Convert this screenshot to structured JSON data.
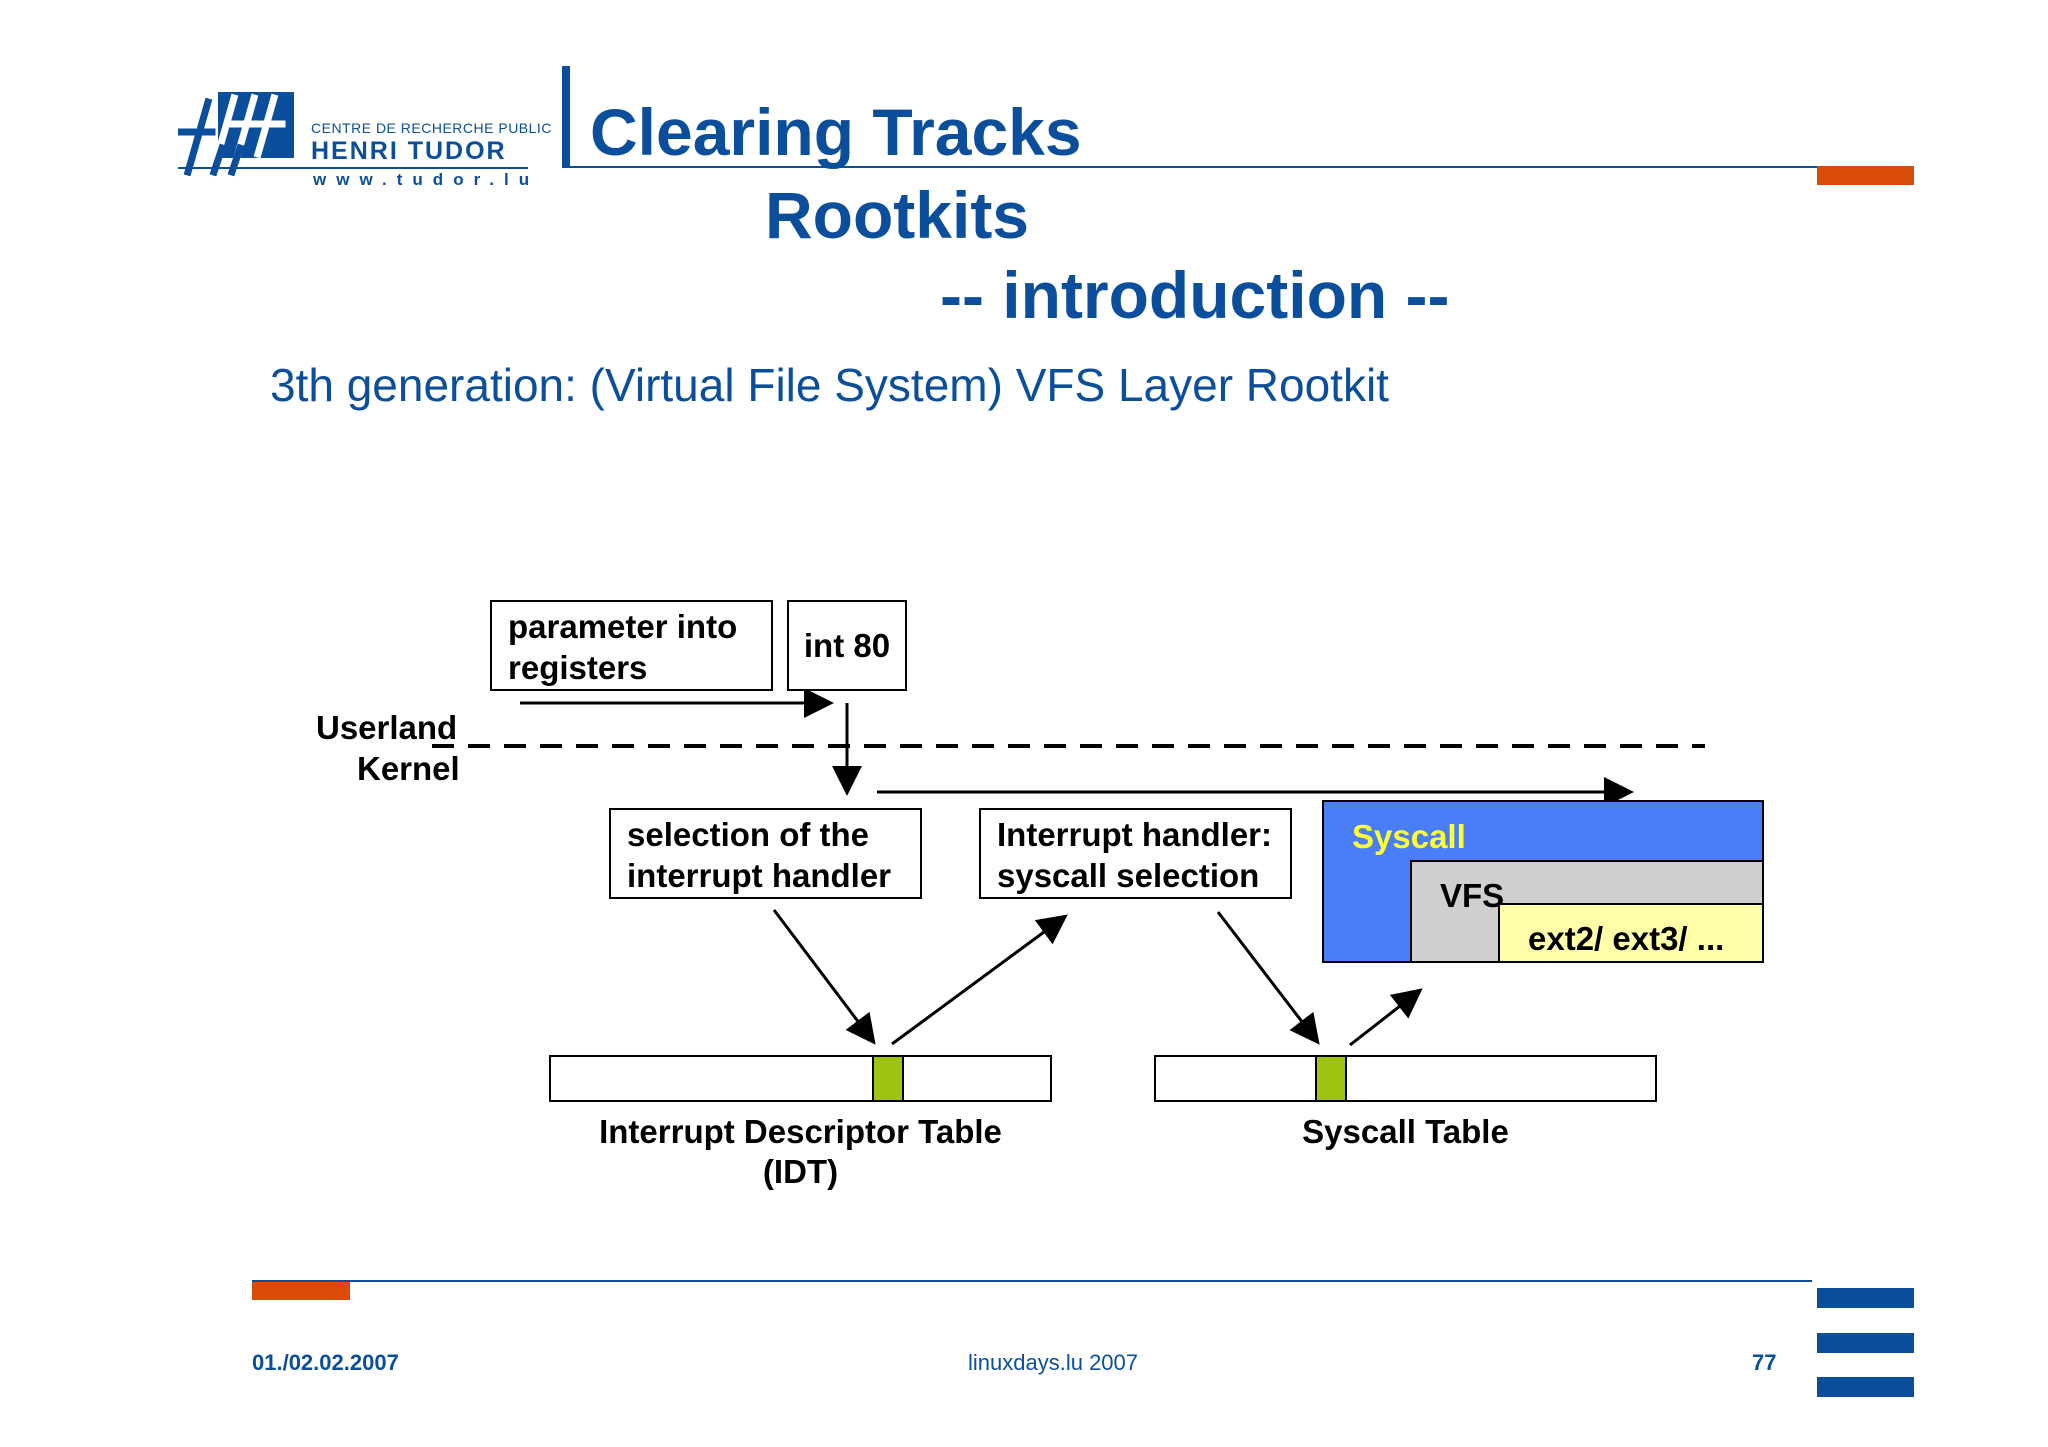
{
  "logo": {
    "line1": "CENTRE DE RECHERCHE PUBLIC",
    "line2": "HENRI TUDOR",
    "line3": "www.tudor.lu"
  },
  "title": {
    "line1": "Clearing Tracks",
    "line2": "Rootkits",
    "line3": "-- introduction --"
  },
  "subtitle": "3th generation: (Virtual File System) VFS Layer Rootkit",
  "diagram": {
    "box_parameters": [
      "parameter into",
      "registers"
    ],
    "box_int80": "int 80",
    "label_userland": "Userland",
    "label_kernel": "Kernel",
    "box_selection": [
      "selection of the",
      "interrupt handler"
    ],
    "box_handler": [
      "Interrupt handler:",
      "syscall selection"
    ],
    "syscall_label": "Syscall",
    "vfs_label": "VFS",
    "ext_label": "ext2/ ext3/ ...",
    "idt_label": [
      "Interrupt Descriptor Table",
      "(IDT)"
    ],
    "syscall_table_label": "Syscall Table"
  },
  "footer": {
    "date": "01./02.02.2007",
    "center": "linuxdays.lu 2007",
    "page": "77"
  },
  "colors": {
    "brand_blue": "#0b4f9c",
    "accent_orange": "#d84c07",
    "syscall_blue": "#4a7ef8",
    "syscall_text": "#ffff33",
    "vfs_gray": "#cfcfcf",
    "ext_yellow": "#ffffaa",
    "slot_green": "#9ec411"
  }
}
